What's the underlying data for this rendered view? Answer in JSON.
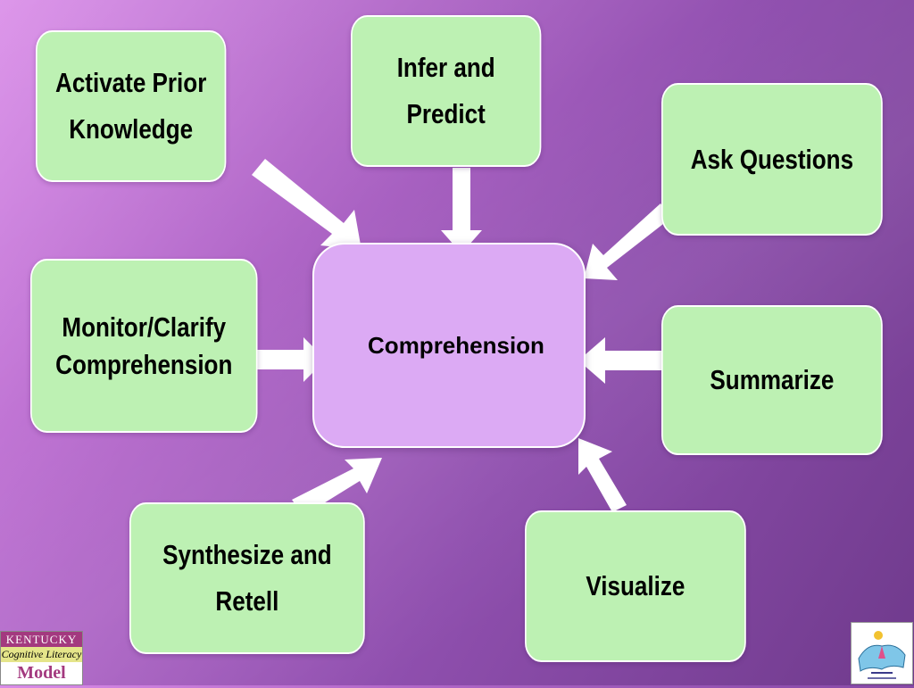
{
  "center": {
    "label": "Comprehension"
  },
  "strategies": [
    {
      "line1": "Activate Prior",
      "line2": "Knowledge"
    },
    {
      "line1": "Infer and",
      "line2": "Predict"
    },
    {
      "line1": "Ask Questions",
      "line2": ""
    },
    {
      "line1": "Monitor/Clarify",
      "line2": "Comprehension"
    },
    {
      "line1": "Summarize",
      "line2": ""
    },
    {
      "line1": "Synthesize and",
      "line2": "Retell"
    },
    {
      "line1": "Visualize",
      "line2": ""
    }
  ],
  "logos": {
    "left": {
      "line1": "KENTUCKY",
      "line2": "Cognitive Literacy",
      "line3": "Model"
    },
    "right": {
      "icon": "every-child-logo-icon"
    }
  },
  "colors": {
    "box_fill": "#bdf1b3",
    "center_fill": "#dcaaf4",
    "arrow": "#ffffff"
  }
}
